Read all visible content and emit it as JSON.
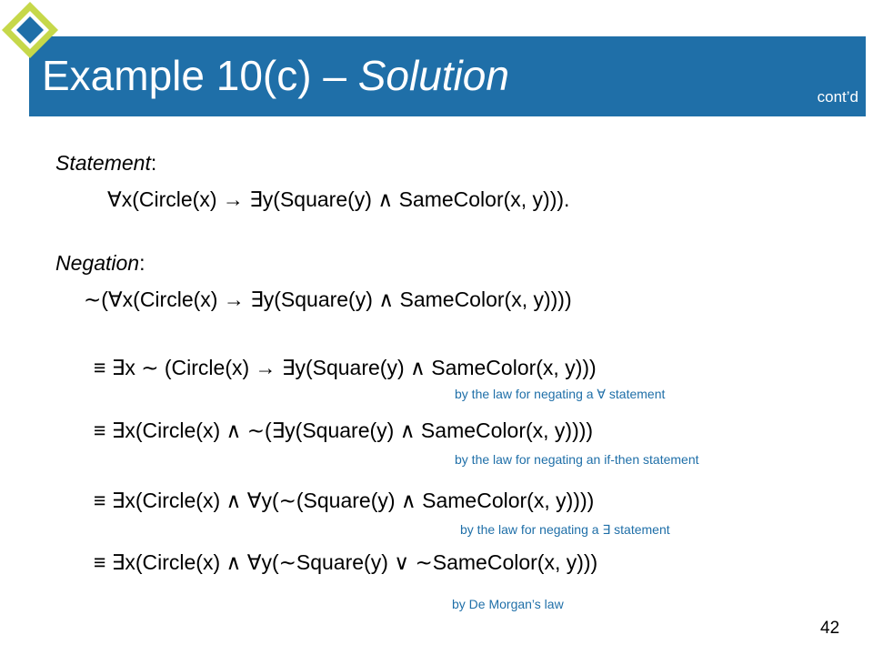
{
  "header": {
    "title_main": "Example 10(c) – ",
    "title_italic": "Solution",
    "contd": "cont’d"
  },
  "statement": {
    "label": "Statement",
    "label_suffix": ":",
    "formula": "∀x(Circle(x) → ∃y(Square(y) ∧ SameColor(x, y)))."
  },
  "negation": {
    "label": "Negation",
    "label_suffix": ":",
    "formula": "∼(∀x(Circle(x) → ∃y(Square(y) ∧ SameColor(x, y))))"
  },
  "steps": [
    {
      "formula": "≡ ∃x ∼ (Circle(x) → ∃y(Square(y) ∧ SameColor(x, y)))",
      "justification": "by the law for negating a ∀ statement"
    },
    {
      "formula": "≡ ∃x(Circle(x) ∧ ∼(∃y(Square(y) ∧ SameColor(x, y))))",
      "justification": "by the law for negating an if-then statement"
    },
    {
      "formula": "≡ ∃x(Circle(x) ∧ ∀y(∼(Square(y) ∧ SameColor(x, y))))",
      "justification": "by the law for negating a ∃ statement"
    },
    {
      "formula": "≡ ∃x(Circle(x) ∧ ∀y(∼Square(y) ∨ ∼SameColor(x, y)))",
      "justification": "by De Morgan’s law"
    }
  ],
  "page_number": "42",
  "colors": {
    "title_bar": "#1f6fa8",
    "note": "#1f6fa8",
    "diamond_outer": "#c6d84a",
    "diamond_inner": "#1f6fa8"
  },
  "icons": {
    "corner": "diamond-logo"
  }
}
